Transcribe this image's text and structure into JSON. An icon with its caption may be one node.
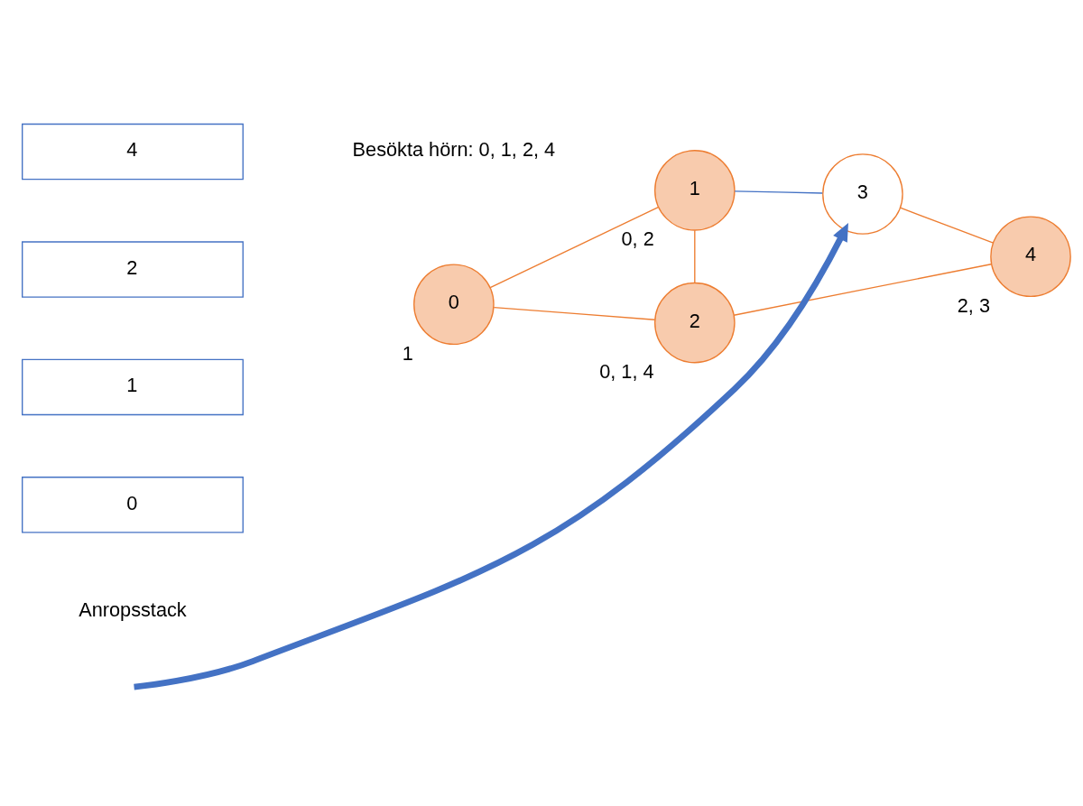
{
  "diagram": {
    "nodes": [
      {
        "text": [
          "0"
        ],
        "beside": [
          "1"
        ]
      },
      {
        "text": [
          "1"
        ],
        "beside": [
          "0, 2"
        ]
      },
      {
        "text": [
          "2"
        ],
        "beside": [
          "0, 1, 4"
        ]
      },
      {
        "text": [
          "3"
        ]
      },
      {
        "text": [
          "4"
        ],
        "beside": [
          "2, 3"
        ]
      }
    ],
    "edges": [
      {
        "from": 0,
        "to": 1,
        "arrow": "none"
      },
      {
        "from": 0,
        "to": 2,
        "arrow": "none"
      },
      {
        "from": 1,
        "to": 2,
        "arrow": "none"
      },
      {
        "from": 1,
        "to": 3,
        "arrow": "none",
        "color": "#4472c4"
      },
      {
        "from": 3,
        "to": 4,
        "arrow": "none"
      },
      {
        "from": 2,
        "to": 4,
        "arrow": "none"
      },
      {
        "from": null,
        "to": 3,
        "arrow": "to",
        "style": "thick",
        "color": "#4472c4"
      }
    ],
    "labels": [
      "4",
      "2",
      "1",
      "0",
      "Besökta hörn: 0, 1, 2, 4",
      "Anropsstack"
    ]
  }
}
